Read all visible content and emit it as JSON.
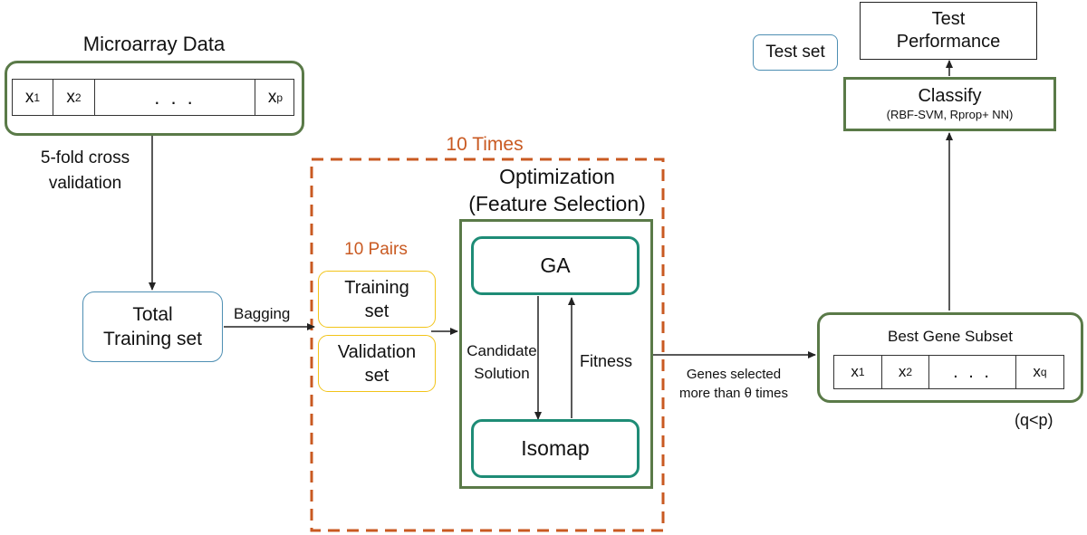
{
  "microarray": {
    "title": "Microarray Data",
    "cells": [
      {
        "base": "x",
        "sub": "1"
      },
      {
        "base": "x",
        "sub": "2"
      },
      {
        "base": ". . .",
        "sub": ""
      },
      {
        "base": "x",
        "sub": "p"
      }
    ]
  },
  "cv_label_line1": "5-fold cross",
  "cv_label_line2": "validation",
  "total_training": {
    "line1": "Total",
    "line2": "Training set"
  },
  "bagging_label": "Bagging",
  "loop": {
    "times_label": "10 Times"
  },
  "pairs": {
    "label": "10 Pairs",
    "training": {
      "line1": "Training",
      "line2": "set"
    },
    "validation": {
      "line1": "Validation",
      "line2": "set"
    }
  },
  "optimization": {
    "title_line1": "Optimization",
    "title_line2": "(Feature Selection)",
    "ga": "GA",
    "isomap": "Isomap",
    "candidate_line1": "Candidate",
    "candidate_line2": "Solution",
    "fitness": "Fitness"
  },
  "genes_selected": {
    "line1": "Genes selected",
    "line2": "more than θ times"
  },
  "best_subset": {
    "title": "Best Gene Subset",
    "cells": [
      {
        "base": "x",
        "sub": "1"
      },
      {
        "base": "x",
        "sub": "2"
      },
      {
        "base": ". . .",
        "sub": ""
      },
      {
        "base": "x",
        "sub": "q"
      }
    ],
    "note": "(q<p)"
  },
  "classify": {
    "title": "Classify",
    "subtitle": "(RBF-SVM, Rprop+ NN)"
  },
  "test_set": "Test set",
  "test_performance": {
    "line1": "Test",
    "line2": "Performance"
  },
  "colors": {
    "green_border": "#5a7a48",
    "teal_border": "#1e8c76",
    "blue_border": "#4e8fb3",
    "yellow_border": "#f2c419",
    "orange": "#c95a22",
    "arrow": "#222222"
  }
}
